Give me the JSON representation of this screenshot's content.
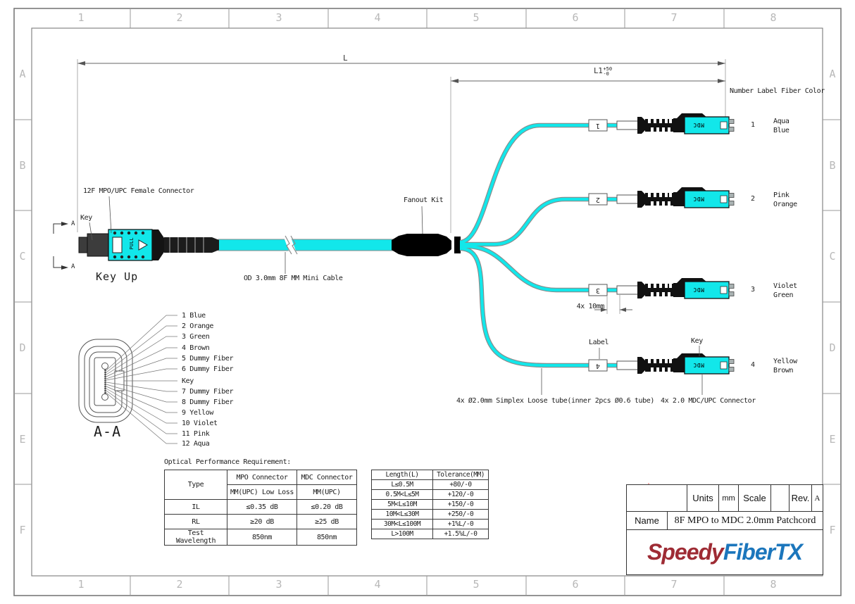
{
  "sheet": {
    "grid_cols": [
      "1",
      "2",
      "3",
      "4",
      "5",
      "6",
      "7",
      "8"
    ],
    "grid_rows": [
      "A",
      "B",
      "C",
      "D",
      "E",
      "F"
    ]
  },
  "dimensions": {
    "overall": "L",
    "breakout": "L1",
    "breakout_tol_plus": "+50",
    "breakout_tol_minus": "-0",
    "stagger": "4x 10mm"
  },
  "annotations": {
    "mpo_connector": "12F MPO/UPC Female Connector",
    "key": "Key",
    "key_up": "Key Up",
    "section_mark": "A",
    "trunk_cable": "OD 3.0mm 8F MM Mini Cable",
    "fanout_kit": "Fanout Kit",
    "label_callout": "Label",
    "key_callout": "Key",
    "loose_tube": "4x Ø2.0mm Simplex Loose tube(inner 2pcs Ø0.6 tube)",
    "mdc_connector": "4x 2.0 MDC/UPC Connector",
    "pull_tab": "PULL",
    "mdc_body": "MDC"
  },
  "section_view": {
    "title": "A-A",
    "pins": [
      "1 Blue",
      "2 Orange",
      "3 Green",
      "4 Brown",
      "5 Dummy Fiber",
      "6 Dummy Fiber",
      "Key",
      "7 Dummy Fiber",
      "8 Dummy Fiber",
      "9 Yellow",
      "10 Violet",
      "11 Pink",
      "12 Aqua"
    ]
  },
  "legend": {
    "header": "Number Label Fiber Color",
    "rows": [
      {
        "number": "1",
        "color_line1": "Aqua",
        "color_line2": "Blue"
      },
      {
        "number": "2",
        "color_line1": "Pink",
        "color_line2": "Orange"
      },
      {
        "number": "3",
        "color_line1": "Violet",
        "color_line2": "Green"
      },
      {
        "number": "4",
        "color_line1": "Yellow",
        "color_line2": "Brown"
      }
    ]
  },
  "optical_table": {
    "title": "Optical Performance Requirement:",
    "col1_header": "Type",
    "mpo_header": "MPO Connector",
    "mdc_header": "MDC Connector",
    "mpo_sub": "MM(UPC) Low Loss",
    "mdc_sub": "MM(UPC)",
    "rows": [
      {
        "type": "IL",
        "mpo": "≤0.35 dB",
        "mdc": "≤0.20 dB"
      },
      {
        "type": "RL",
        "mpo": "≥20 dB",
        "mdc": "≥25 dB"
      },
      {
        "type": "Test Wavelength",
        "mpo": "850nm",
        "mdc": "850nm"
      }
    ]
  },
  "tolerance_table": {
    "headers": [
      "Length(L)",
      "Tolerance(MM)"
    ],
    "rows": [
      [
        "L≤0.5M",
        "+80/-0"
      ],
      [
        "0.5M<L≤5M",
        "+120/-0"
      ],
      [
        "5M<L≤10M",
        "+150/-0"
      ],
      [
        "10M<L≤30M",
        "+250/-0"
      ],
      [
        "30M<L≤100M",
        "+1%L/-0"
      ],
      [
        "L>100M",
        "+1.5%L/-0"
      ]
    ]
  },
  "title_block": {
    "units_label": "Units",
    "units_value": "mm",
    "scale_label": "Scale",
    "scale_value": "",
    "rev_label": "Rev.",
    "rev_value": "A",
    "name_label": "Name",
    "name_value": "8F MPO to MDC 2.0mm Patchcord",
    "logo_part1": "Speedy",
    "logo_part2": "FiberTX"
  },
  "colors": {
    "cable_aqua": "#12e7ea",
    "connector_black": "#111111",
    "logo_red": "#9e2b34",
    "logo_blue": "#1b76bc",
    "centerline_red": "#e05555",
    "grid_label_gray": "#b8b8b8"
  }
}
